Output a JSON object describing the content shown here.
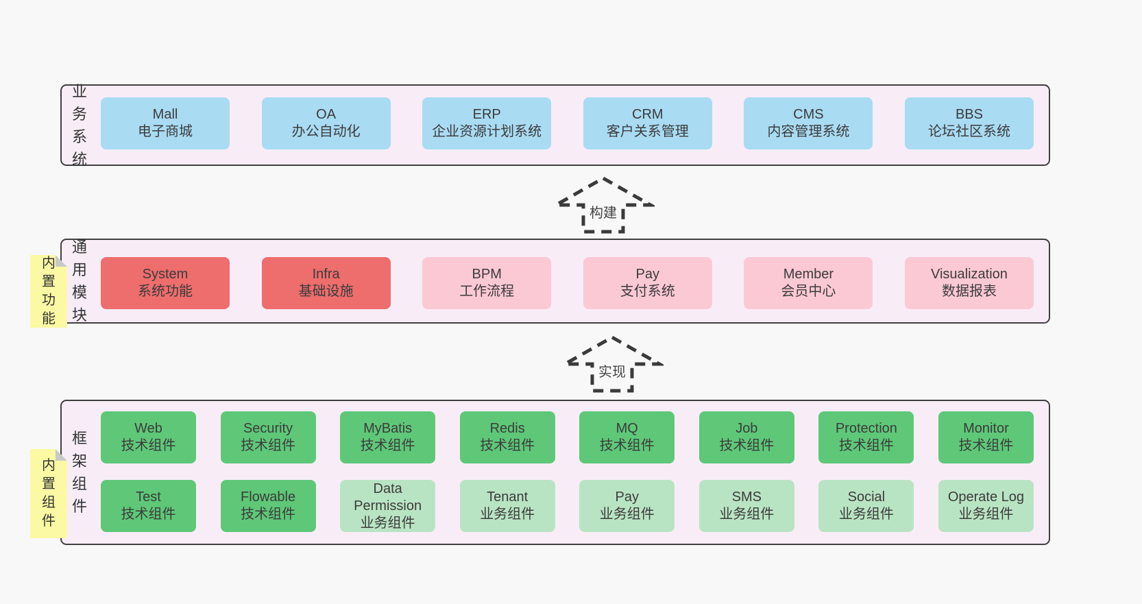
{
  "colors": {
    "page_bg": "#f8f8f8",
    "band_bg": "#f8edf7",
    "band_border": "#3f3f3f",
    "text": "#3b3b3b",
    "blue": "#a9dbf3",
    "red": "#ee6d6d",
    "pink": "#fbc9d4",
    "green": "#5ec878",
    "green_light": "#b9e4c3",
    "note_yellow": "#fbf9a3",
    "note_fold": "#c9c9c9"
  },
  "bands": [
    {
      "name": "business-systems",
      "label": "业务系统",
      "rows": [
        [
          {
            "title": "Mall",
            "subtitle": "电子商城",
            "type": "blue"
          },
          {
            "title": "OA",
            "subtitle": "办公自动化",
            "type": "blue"
          },
          {
            "title": "ERP",
            "subtitle": "企业资源计划系统",
            "type": "blue"
          },
          {
            "title": "CRM",
            "subtitle": "客户关系管理",
            "type": "blue"
          },
          {
            "title": "CMS",
            "subtitle": "内容管理系统",
            "type": "blue"
          },
          {
            "title": "BBS",
            "subtitle": "论坛社区系统",
            "type": "blue"
          }
        ]
      ]
    },
    {
      "name": "common-modules",
      "label": "通用模块",
      "note": "内置功能",
      "rows": [
        [
          {
            "title": "System",
            "subtitle": "系统功能",
            "type": "red"
          },
          {
            "title": "Infra",
            "subtitle": "基础设施",
            "type": "red"
          },
          {
            "title": "BPM",
            "subtitle": "工作流程",
            "type": "pink"
          },
          {
            "title": "Pay",
            "subtitle": "支付系统",
            "type": "pink"
          },
          {
            "title": "Member",
            "subtitle": "会员中心",
            "type": "pink"
          },
          {
            "title": "Visualization",
            "subtitle": "数据报表",
            "type": "pink"
          }
        ]
      ]
    },
    {
      "name": "framework-components",
      "label": "框架组件",
      "note": "内置组件",
      "rows": [
        [
          {
            "title": "Web",
            "subtitle": "技术组件",
            "type": "green"
          },
          {
            "title": "Security",
            "subtitle": "技术组件",
            "type": "green"
          },
          {
            "title": "MyBatis",
            "subtitle": "技术组件",
            "type": "green"
          },
          {
            "title": "Redis",
            "subtitle": "技术组件",
            "type": "green"
          },
          {
            "title": "MQ",
            "subtitle": "技术组件",
            "type": "green"
          },
          {
            "title": "Job",
            "subtitle": "技术组件",
            "type": "green"
          },
          {
            "title": "Protection",
            "subtitle": "技术组件",
            "type": "green"
          },
          {
            "title": "Monitor",
            "subtitle": "技术组件",
            "type": "green"
          }
        ],
        [
          {
            "title": "Test",
            "subtitle": "技术组件",
            "type": "green"
          },
          {
            "title": "Flowable",
            "subtitle": "技术组件",
            "type": "green"
          },
          {
            "title": "Data Permission",
            "subtitle": "业务组件",
            "type": "green-light"
          },
          {
            "title": "Tenant",
            "subtitle": "业务组件",
            "type": "green-light"
          },
          {
            "title": "Pay",
            "subtitle": "业务组件",
            "type": "green-light"
          },
          {
            "title": "SMS",
            "subtitle": "业务组件",
            "type": "green-light"
          },
          {
            "title": "Social",
            "subtitle": "业务组件",
            "type": "green-light"
          },
          {
            "title": "Operate Log",
            "subtitle": "业务组件",
            "type": "green-light"
          }
        ]
      ]
    }
  ],
  "arrows": [
    {
      "name": "build",
      "label": "构建"
    },
    {
      "name": "implement",
      "label": "实现"
    }
  ]
}
